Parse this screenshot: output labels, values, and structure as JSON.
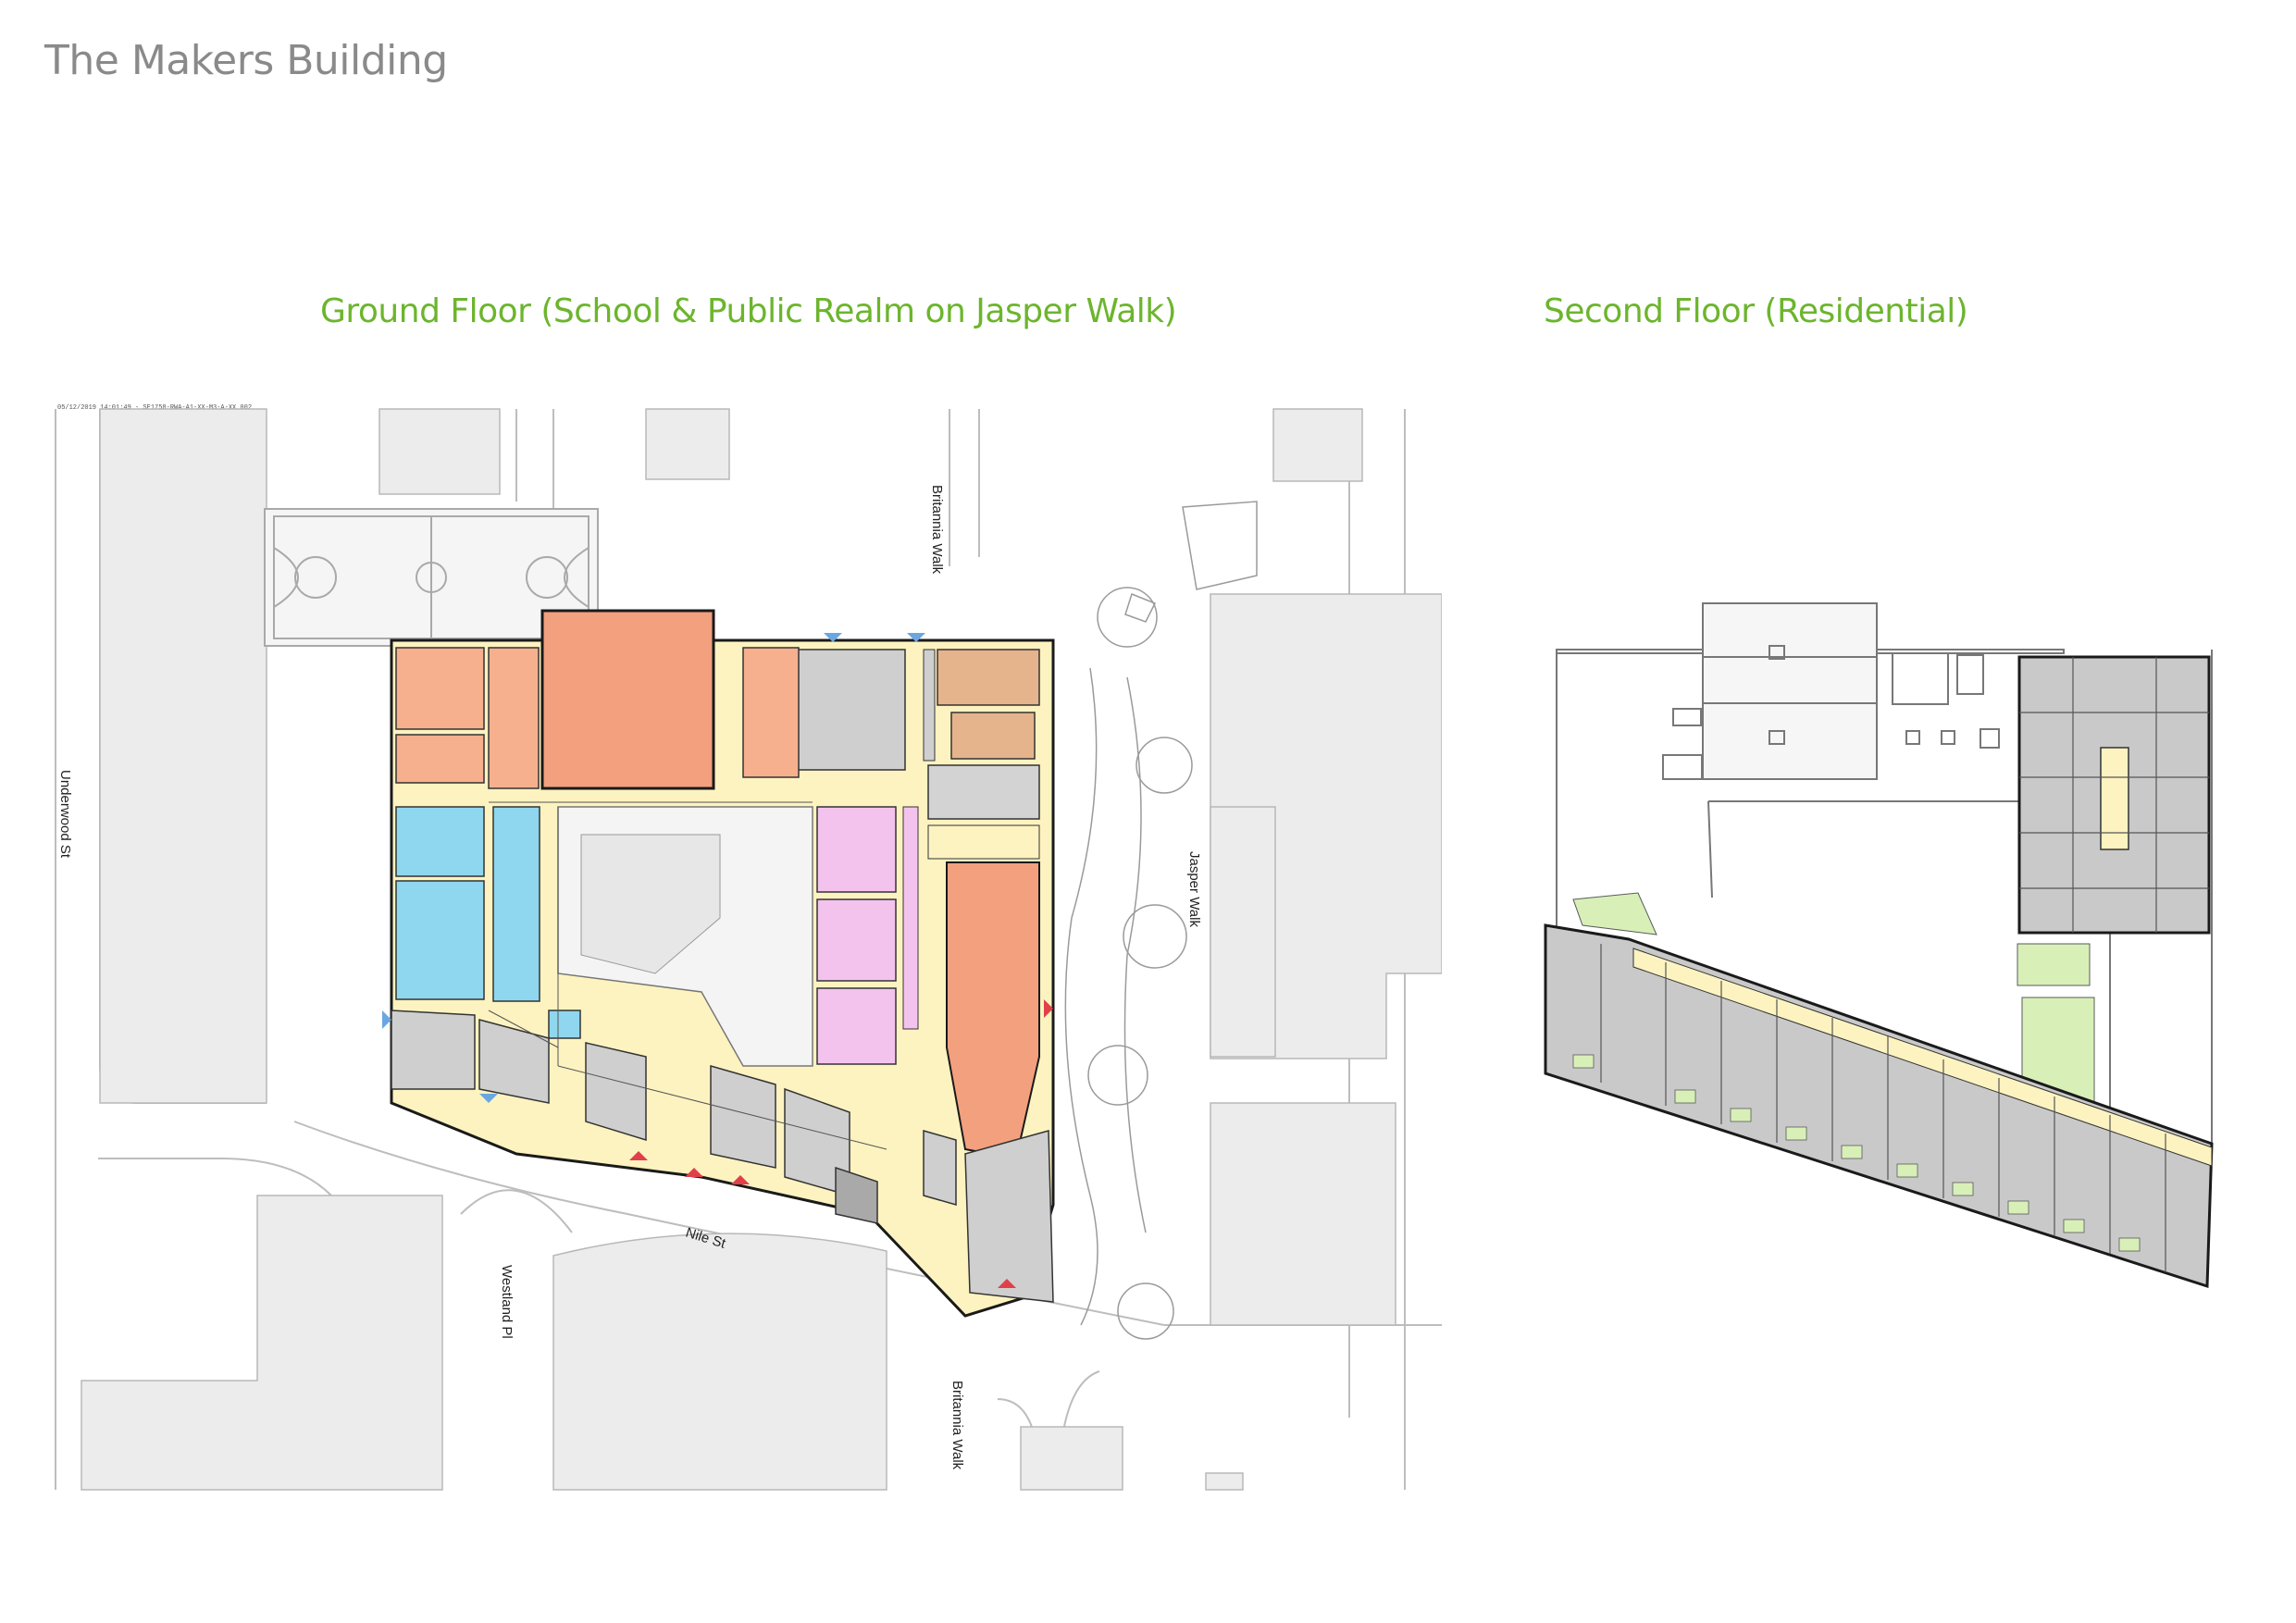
{
  "document": {
    "title": "The Makers Building"
  },
  "plans": {
    "ground": {
      "heading": "Ground Floor (School & Public Realm on Jasper Walk)",
      "drawing_ref": "05/12/2019 14:01:49 - SE1758-RWA-A1-XX-M3-A-XX_002",
      "streets": {
        "underwood": "Underwood St",
        "britannia_north": "Britannia Walk",
        "jasper": "Jasper Walk",
        "nile": "Nile St",
        "westland": "Westland Pl",
        "britannia_south": "Britannia Walk"
      }
    },
    "second": {
      "heading": "Second Floor (Residential)"
    }
  },
  "colors": {
    "heading_green": "#6cb52d",
    "title_grey": "#8a8a8a",
    "orange_hall": "#f3a07f",
    "orange_room": "#f6b08e",
    "circulation_yellow": "#fdf3c0",
    "classroom_blue": "#8fd7ef",
    "pink_studio": "#f3c3ee",
    "tan_room": "#e6b48c",
    "residential_grey": "#c9c9c9",
    "terrace_green": "#d8f0b8",
    "context_grey": "#ececec",
    "road_line": "#bdbdbd",
    "wall_black": "#1a1a1a",
    "entry_red": "#e0404a",
    "entry_blue": "#6aa7e0"
  }
}
